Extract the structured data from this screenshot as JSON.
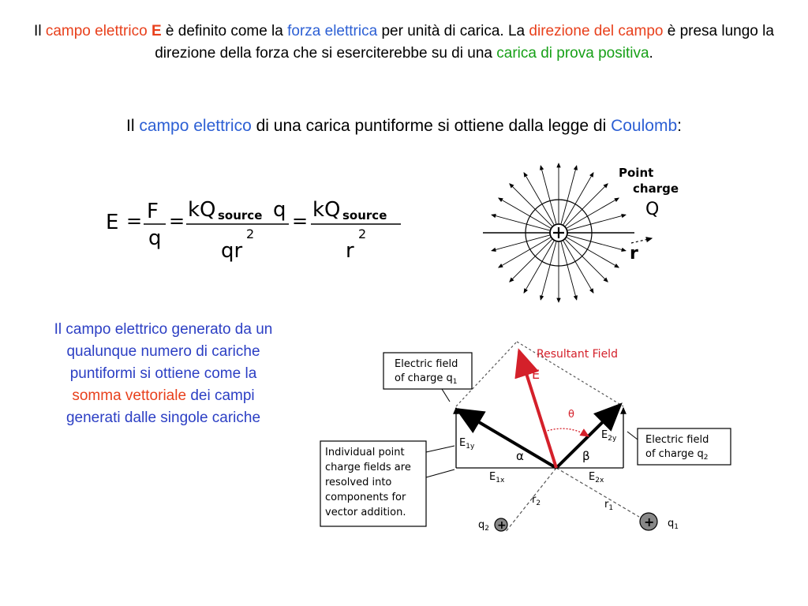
{
  "para1": {
    "s1": "Il ",
    "s2": "campo elettrico",
    "s3": "E",
    "s4": "è definito come la",
    "s5": "forza elettrica",
    "s6": "per unità di carica. La",
    "s7": "direzione del campo",
    "s8": "è presa lungo la direzione della forza che si eserciterebbe su di una",
    "s9": "carica di prova positiva",
    "s10": "."
  },
  "para2": {
    "s1": "Il ",
    "s2": "campo elettrico",
    "s3": "di una carica puntiforme si ottiene dalla legge di",
    "s4": "Coulomb",
    "s5": ":"
  },
  "para3": {
    "s1": "Il campo elettrico generato da un qualunque numero di cariche puntiformi si ottiene come la",
    "s2": "somma vettoriale",
    "s3": "dei campi generati dalle singole cariche"
  },
  "formula": {
    "E": "E",
    "eq": "=",
    "F": "F",
    "q": "q",
    "kQ": "kQ",
    "source": "source",
    "qsym": "q",
    "qr": "qr",
    "two": "2",
    "r": "r"
  },
  "pointcharge": {
    "label1": "Point",
    "label2": "charge",
    "Q": "Q",
    "r": "r"
  },
  "vectors": {
    "resultant": "Resultant Field",
    "E": "E",
    "efield1_l1": "Electric field",
    "efield1_l2": "of charge q",
    "sub1": "1",
    "efield2_l1": "Electric field",
    "efield2_l2": "of charge q",
    "sub2": "2",
    "note": [
      "Individual point",
      "charge fields are",
      "resolved into",
      "components for",
      "vector addition."
    ],
    "E1y": "E",
    "E1y_sub": "1y",
    "E2y": "E",
    "E2y_sub": "2y",
    "E1x": "E",
    "E1x_sub": "1x",
    "E2x": "E",
    "E2x_sub": "2x",
    "alpha": "α",
    "beta": "β",
    "theta": "θ",
    "r1": "r",
    "r1_sub": "1",
    "r2": "r",
    "r2_sub": "2",
    "q1": "q",
    "q1_sub": "1",
    "q2": "q",
    "q2_sub": "2",
    "plus": "+"
  },
  "colors": {
    "red_text": "#e8401c",
    "blue_text": "#2c5fd4",
    "green_text": "#17a017",
    "resultant_arrow": "#d4202a"
  }
}
